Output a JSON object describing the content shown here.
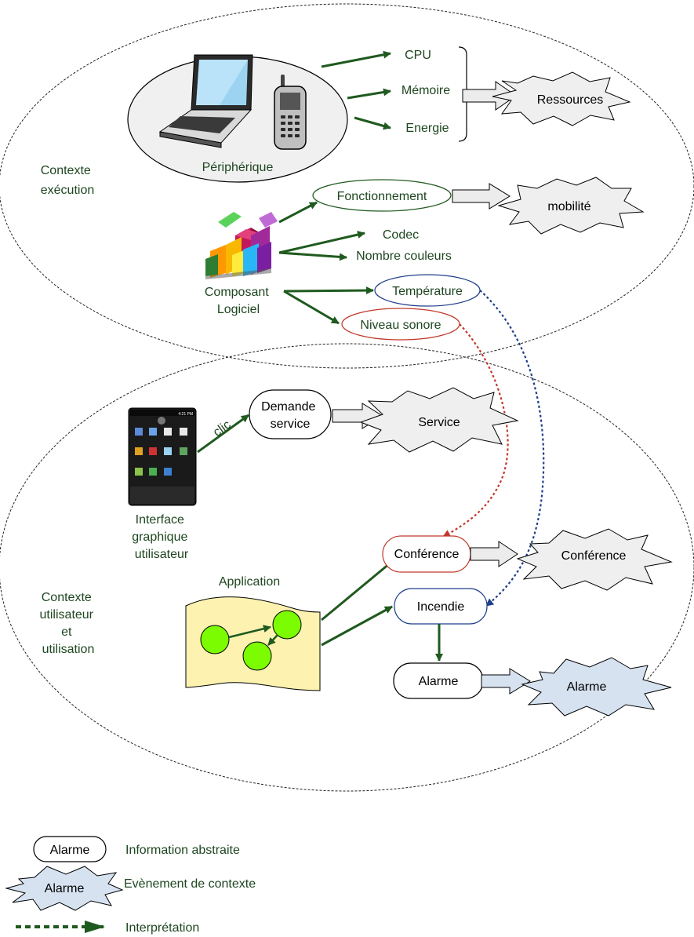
{
  "colors": {
    "label_green": "#1e4620",
    "arrow_green": "#1f5a1f",
    "event_blue": "#d6e2f0",
    "interp_blue": "#1f3f8a",
    "interp_red": "#c0392b",
    "app_yellow": "#fdf2b0",
    "node_green": "#7cfc00"
  },
  "contexts": {
    "execution": {
      "label_line1": "Contexte",
      "label_line2": "exécution"
    },
    "user": {
      "label_line1": "Contexte",
      "label_line2": "utilisateur",
      "label_line3": "et",
      "label_line4": "utilisation"
    }
  },
  "devices": {
    "label": "Périphérique",
    "icons": [
      "laptop-icon",
      "mobile-phone-icon"
    ]
  },
  "resources": {
    "items": [
      "CPU",
      "Mémoire",
      "Energie"
    ],
    "event": "Ressources"
  },
  "software": {
    "label_line1": "Composant",
    "label_line2": "Logiciel",
    "icon": "software-blocks-icon",
    "fonctionnement": "Fonctionnement",
    "mobilite": "mobilité",
    "codec": "Codec",
    "nombre_couleurs": "Nombre couleurs",
    "temperature": "Température",
    "niveau_sonore": "Niveau sonore"
  },
  "gui": {
    "label_line1": "Interface",
    "label_line2": "graphique",
    "label_line3": "utilisateur",
    "screen_time": "4:21 PM",
    "click_label": "clic",
    "demande_line1": "Demande",
    "demande_line2": "service",
    "service_event": "Service"
  },
  "application": {
    "label": "Application",
    "conference_info": "Conférence",
    "conference_event": "Conférence",
    "incendie": "Incendie",
    "alarme_info": "Alarme",
    "alarme_event": "Alarme"
  },
  "legend": {
    "abstract_sample": "Alarme",
    "abstract_text": "Information abstraite",
    "event_sample": "Alarme",
    "event_text": "Evènement de contexte",
    "interp_text": "Interprétation"
  }
}
